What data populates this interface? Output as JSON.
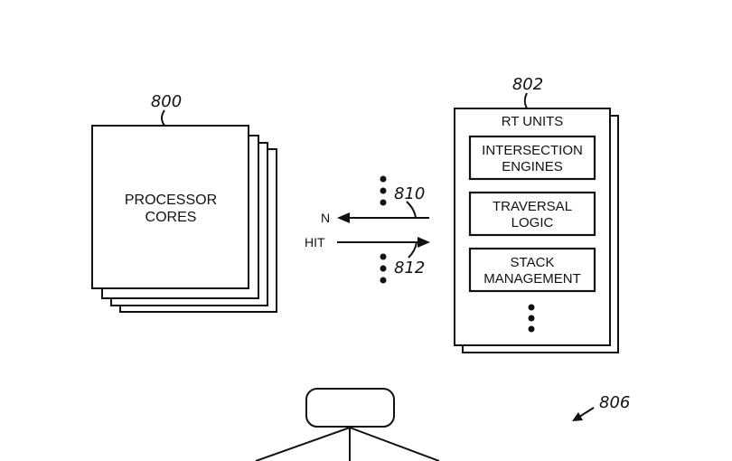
{
  "processor_block": {
    "ref": "800",
    "label_line1": "PROCESSOR",
    "label_line2": "CORES"
  },
  "rt_block": {
    "ref": "802",
    "title": "RT UNITS",
    "engines_line1": "INTERSECTION",
    "engines_line2": "ENGINES",
    "traversal_line1": "TRAVERSAL",
    "traversal_line2": "LOGIC",
    "stack_line1": "STACK",
    "stack_line2": "MANAGEMENT"
  },
  "links": {
    "top_ref": "810",
    "top_label": "N",
    "bottom_ref": "812",
    "bottom_label": "HIT"
  },
  "tree": {
    "ref": "806"
  }
}
